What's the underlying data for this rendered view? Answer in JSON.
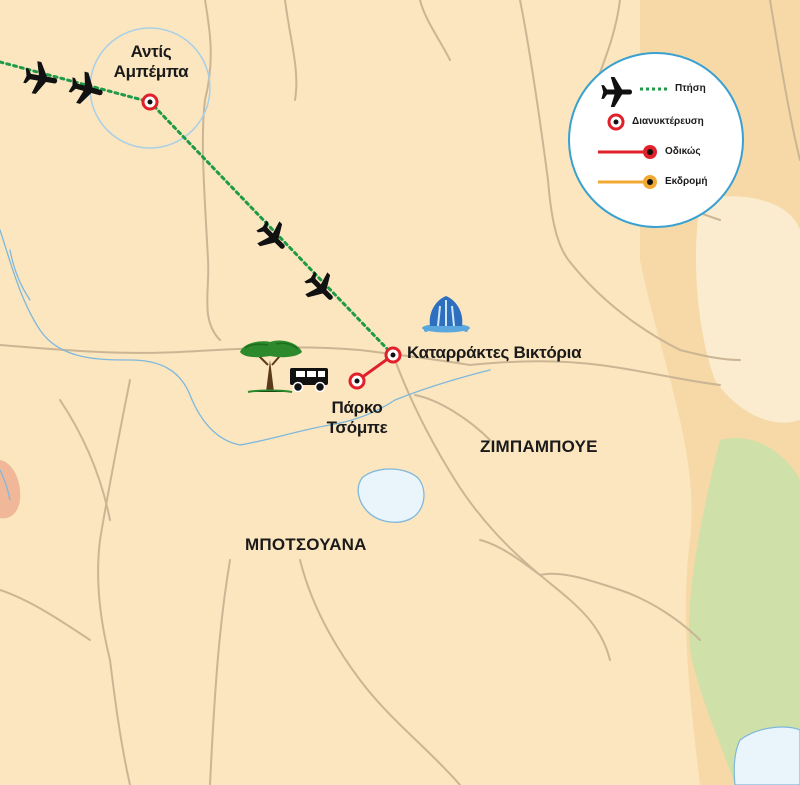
{
  "map": {
    "places": {
      "addis_ababa": "Αντίς\nΑμπέμπα",
      "victoria_falls": "Καταρράκτες Βικτόρια",
      "chobe_park": "Πάρκο\nΤσόμπε"
    },
    "countries": {
      "zimbabwe": "ΖΙΜΠΑΜΠΟΥΕ",
      "botswana": "ΜΠΟΤΣΟΥΑΝΑ"
    },
    "colors": {
      "land": "#fbe6bf",
      "land_dark": "#f4d49e",
      "border": "#cbb594",
      "river": "#7fb8dc",
      "water": "#eaf4fb",
      "green": "#cfe0a8",
      "flight": "#1e9a48",
      "road": "#e0202a",
      "excursion": "#f2a933",
      "legend_ring": "#3aa0d0"
    }
  },
  "legend": {
    "flight": "Πτήση",
    "overnight": "Διανυκτέρευση",
    "road": "Οδικώς",
    "excursion": "Εκδρομή"
  }
}
